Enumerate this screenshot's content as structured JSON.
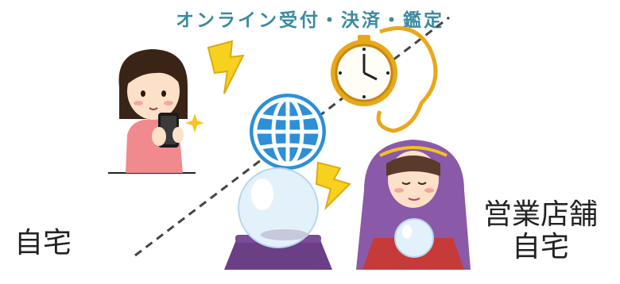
{
  "title": "オンライン受付・決済・鑑定",
  "label_left": "自宅",
  "label_right_line1": "営業店舗",
  "label_right_line2": "自宅",
  "colors": {
    "title": "#3a8aa0",
    "globe": "#2e8fd6",
    "lightning": "#f6d21e",
    "gold": "#e9a81a",
    "purple": "#7b4a98",
    "pink": "#ef7a86"
  },
  "icons": [
    "woman-smartphone-icon",
    "lightning-icon",
    "globe-icon",
    "pocket-watch-icon",
    "crystal-ball-icon",
    "fortune-teller-icon"
  ]
}
